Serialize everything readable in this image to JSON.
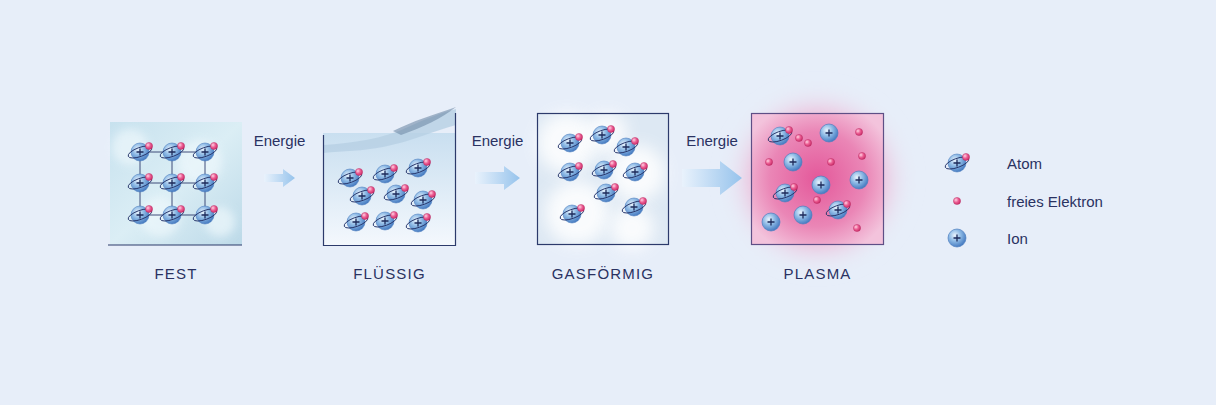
{
  "diagram": {
    "nodes": [
      {
        "text": [
          "FEST"
        ]
      },
      {
        "text": [
          "FLÜSSIG"
        ]
      },
      {
        "text": [
          "GASFÖRMIG"
        ]
      },
      {
        "text": [
          "PLASMA"
        ]
      }
    ],
    "edges": [
      {
        "from": 0,
        "to": 1,
        "arrow": "to",
        "label": "Energie"
      },
      {
        "from": 1,
        "to": 2,
        "arrow": "to",
        "label": "Energie"
      },
      {
        "from": 2,
        "to": 3,
        "arrow": "to",
        "label": "Energie"
      }
    ],
    "legend": [
      {
        "text": "Atom"
      },
      {
        "text": "freies Elektron"
      },
      {
        "text": "Ion"
      }
    ]
  }
}
